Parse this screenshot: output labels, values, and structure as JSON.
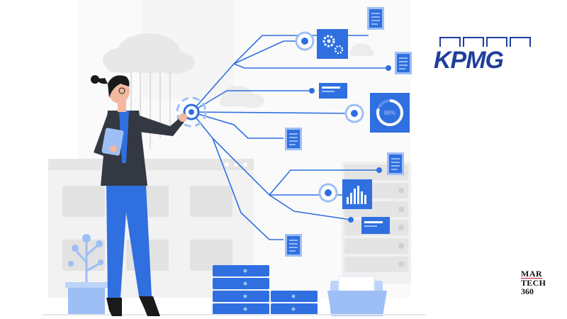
{
  "brand": {
    "logo_text": "KPMG",
    "logo_color": "#1e3f9a"
  },
  "publisher": {
    "line1": "MAR",
    "line2": "TECH",
    "line3": "360"
  },
  "gauge": {
    "value_label": "80%",
    "percent": 80
  },
  "colors": {
    "accent": "#2f6fe0",
    "light_blue": "#9ebff5",
    "gray": "#ececec"
  },
  "icons": [
    "cloud-icon",
    "gear-icon",
    "document-icon",
    "folder-icon",
    "server-icon",
    "bar-chart-icon",
    "plant-icon"
  ]
}
